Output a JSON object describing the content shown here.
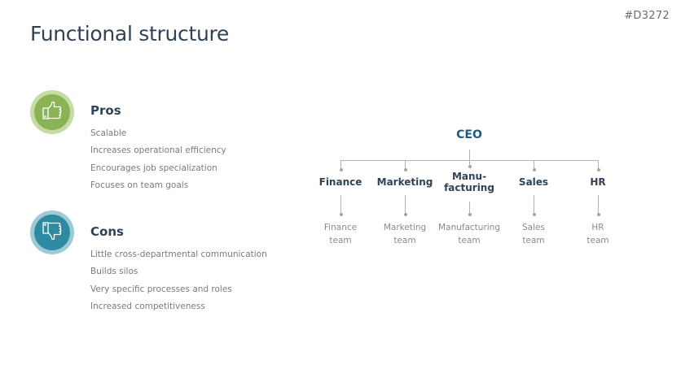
{
  "slide_id": "#D3272",
  "title": "Functional structure",
  "pros": {
    "icon": "thumbs-up-icon",
    "heading": "Pros",
    "items": [
      "Scalable",
      "Increases operational efficiency",
      "Encourages job specialization",
      "Focuses on team goals"
    ],
    "colors": {
      "outer": "#c6dca4",
      "inner": "#8ab356"
    }
  },
  "cons": {
    "icon": "thumbs-down-icon",
    "heading": "Cons",
    "items": [
      "Little cross-departmental communication",
      "Builds silos",
      "Very specific processes and roles",
      "Increased competitiveness"
    ],
    "colors": {
      "outer": "#9dcad4",
      "inner": "#2e8aa0"
    }
  },
  "org_chart": {
    "root": "CEO",
    "departments": [
      {
        "name_line1": "Finance",
        "name_line2": "",
        "team_line1": "Finance",
        "team_line2": "team"
      },
      {
        "name_line1": "Marketing",
        "name_line2": "",
        "team_line1": "Marketing",
        "team_line2": "team"
      },
      {
        "name_line1": "Manu-",
        "name_line2": "facturing",
        "team_line1": "Manufacturing",
        "team_line2": "team"
      },
      {
        "name_line1": "Sales",
        "name_line2": "",
        "team_line1": "Sales",
        "team_line2": "team"
      },
      {
        "name_line1": "HR",
        "name_line2": "",
        "team_line1": "HR",
        "team_line2": "team"
      }
    ]
  }
}
